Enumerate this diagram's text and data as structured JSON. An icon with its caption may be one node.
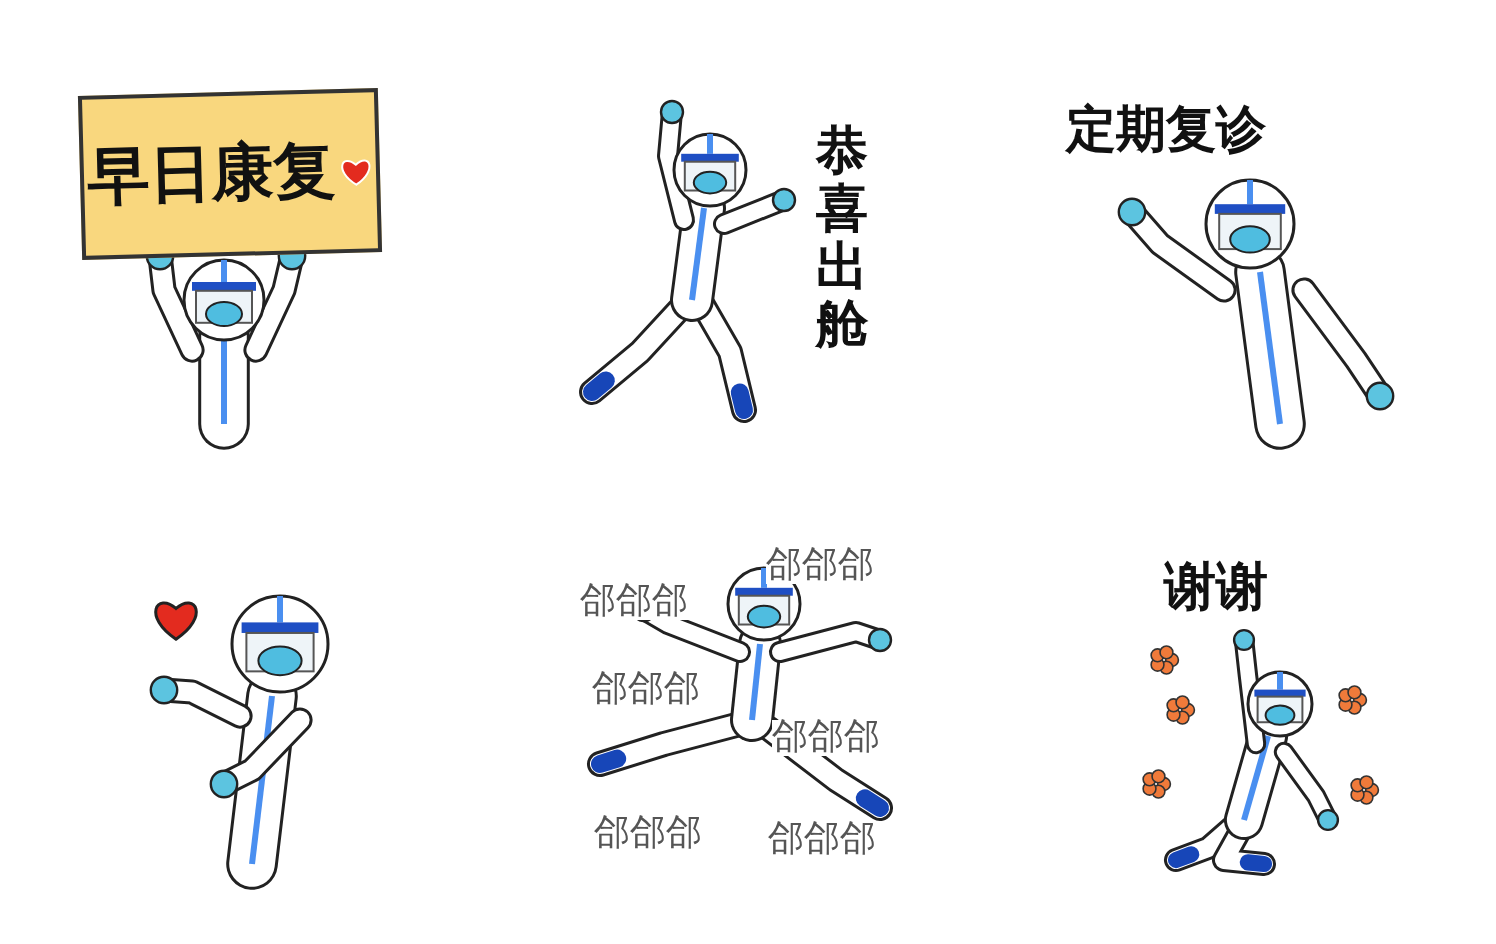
{
  "diagram": {
    "nodes": [
      {
        "text": [
          "早日康复"
        ]
      }
    ],
    "labels": [
      "恭喜出舱",
      "定期复诊",
      "郃郃郃",
      "郃郃郃",
      "郃郃郃",
      "郃郃郃",
      "郃郃郃",
      "郃郃郃",
      "谢谢"
    ]
  }
}
